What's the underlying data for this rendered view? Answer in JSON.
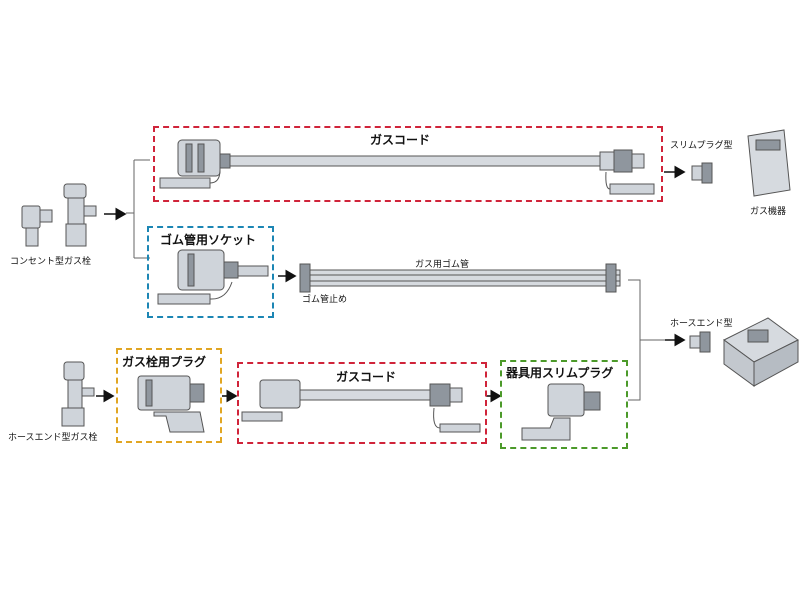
{
  "colors": {
    "red": "#d0243a",
    "blue": "#1c86b4",
    "yellow": "#e1a623",
    "green": "#4c9a2a",
    "line": "#555555",
    "part_fill": "#cfd4da",
    "part_dark": "#8f969e"
  },
  "labels": {
    "gas_cord_top": "ガスコード",
    "rubber_socket": "ゴム管用ソケット",
    "gas_valve_plug": "ガス栓用プラグ",
    "gas_cord_bottom": "ガスコード",
    "appliance_slim_plug": "器具用スリムプラグ",
    "outlet_valve": "コンセント型ガス栓",
    "hose_end_valve": "ホースエンド型ガス栓",
    "slim_plug_type": "スリムプラグ型",
    "gas_appliance": "ガス機器",
    "rubber_tube": "ガス用ゴム管",
    "tube_clamp": "ゴム管止め",
    "hose_end_type": "ホースエンド型"
  }
}
